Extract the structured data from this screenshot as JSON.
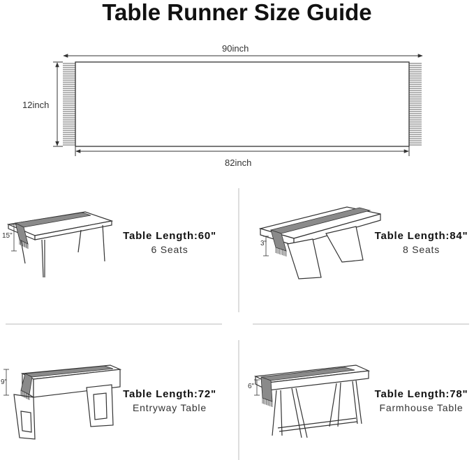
{
  "title": "Table Runner Size Guide",
  "runner": {
    "total_length": "90inch",
    "width": "12inch",
    "body_length": "82inch"
  },
  "tables": [
    {
      "length": "Table Length:60\"",
      "desc": "6 Seats",
      "drop": "15\""
    },
    {
      "length": "Table Length:84\"",
      "desc": "8 Seats",
      "drop": "3\""
    },
    {
      "length": "Table Length:72\"",
      "desc": "Entryway Table",
      "drop": "9\""
    },
    {
      "length": "Table Length:78\"",
      "desc": "Farmhouse Table",
      "drop": "6\""
    }
  ]
}
